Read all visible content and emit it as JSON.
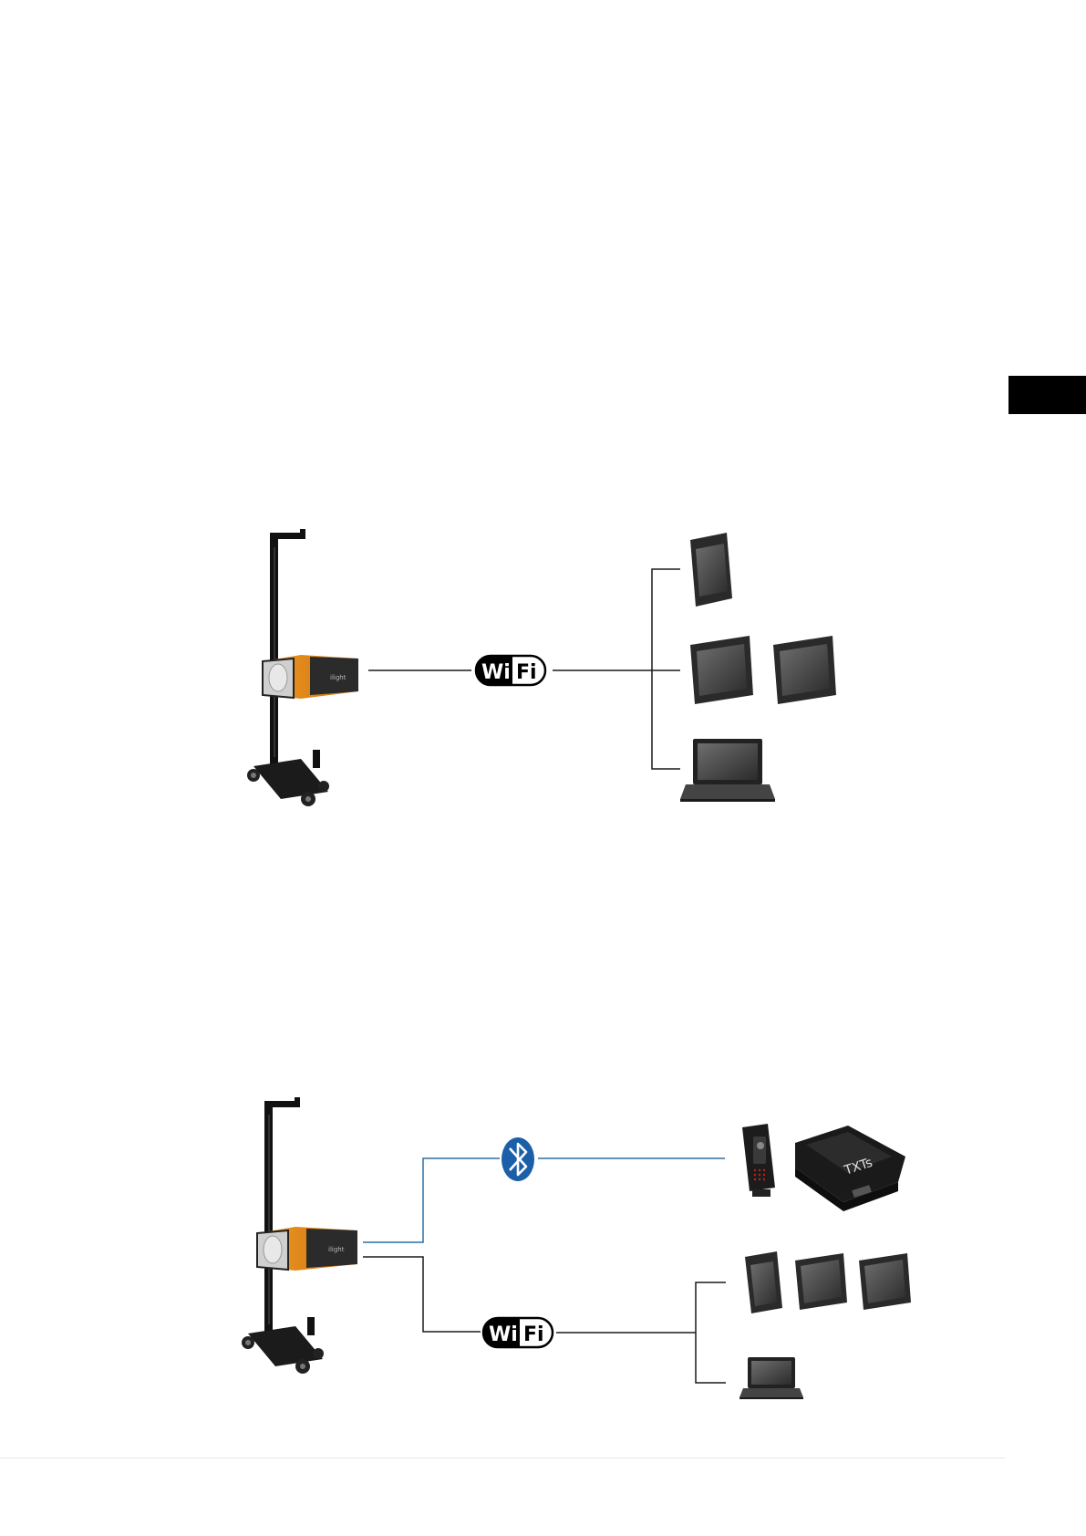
{
  "diagram1": {
    "wifi_label_left": "Wi",
    "wifi_label_right": "Fi"
  },
  "diagram2": {
    "wifi_label_left": "Wi",
    "wifi_label_right": "Fi",
    "scanner_label": "TXTs",
    "bluetooth_color": "#1b5fa8"
  },
  "colors": {
    "tab": "#000000",
    "accent_orange": "#e8891c",
    "line": "#1a1a1a",
    "bt_line": "#2b6ea6"
  }
}
